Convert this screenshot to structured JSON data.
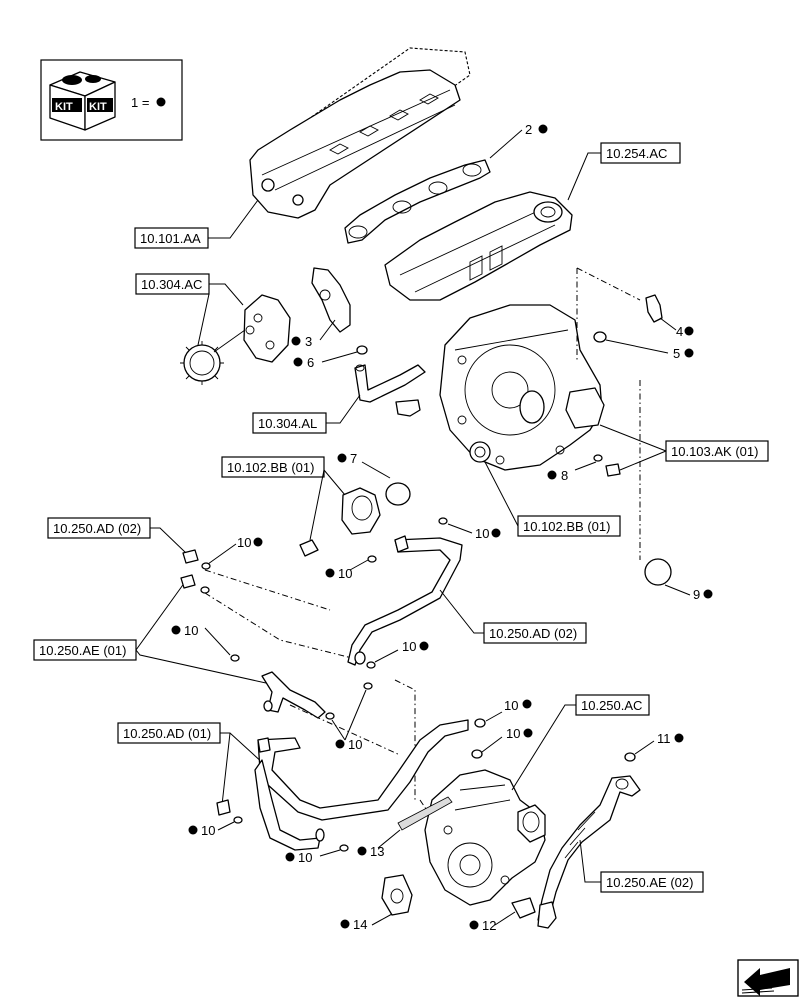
{
  "kit_box": {
    "badge1": "KIT",
    "badge2": "KIT",
    "legend": "1 ="
  },
  "refs": {
    "cylinder_head": "10.101.AA",
    "exhaust_manifold": "10.254.AC",
    "water_pump": "10.304.AC",
    "water_pipe": "10.304.AL",
    "thermostat": "10.102.BB (01)",
    "flywheel_housing": "10.102.BB (01)",
    "oil_filter": "10.103.AK (01)",
    "pipe_ad_02_top": "10.250.AD (02)",
    "pipe_ae_01": "10.250.AE (01)",
    "pipe_ad_02_mid": "10.250.AD (02)",
    "pipe_ad_01": "10.250.AD (01)",
    "turbo": "10.250.AC",
    "pipe_ae_02": "10.250.AE (02)"
  },
  "callouts": {
    "n2": "2",
    "n3": "3",
    "n4": "4",
    "n5": "5",
    "n6": "6",
    "n7": "7",
    "n8": "8",
    "n9": "9",
    "n10": "10",
    "n11": "11",
    "n12": "12",
    "n13": "13",
    "n14": "14"
  },
  "icons": {
    "kit": "kit-box-icon",
    "nav": "arrow-left-icon"
  }
}
